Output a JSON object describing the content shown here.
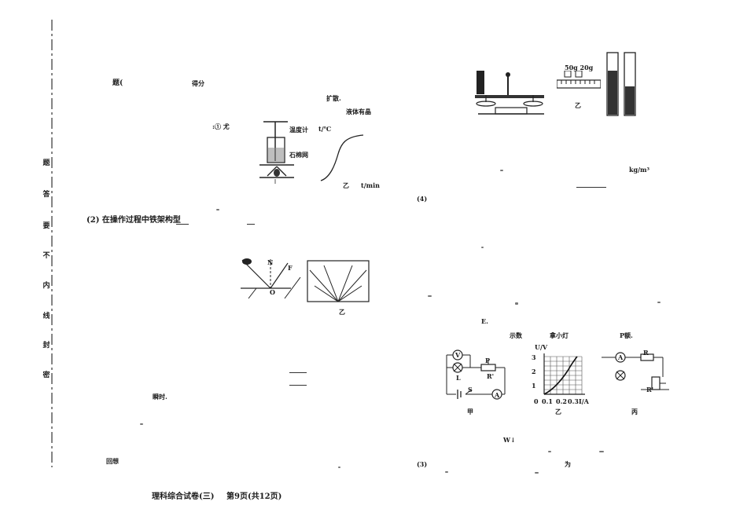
{
  "left_column": {
    "header": {
      "q_prefix": "题(",
      "score": "得分"
    },
    "q1": {
      "label_marker": ":① 尤",
      "thermometer_label": "温度计",
      "beaker_label": "石棉网",
      "temp_axis": "t/℃",
      "time_axis": "t/min",
      "fig_yi": "乙",
      "text_a": "扩散.",
      "text_b": "液体有晶"
    },
    "q2": {
      "label": "(2) 在操作过程中铁架构型",
      "fig_yi": "乙",
      "mirror_n": "N",
      "mirror_f": "F",
      "mirror_o": "O"
    },
    "text_shijian": "瞬时.",
    "text_yinxiang": "回想"
  },
  "right_column": {
    "density": {
      "weights_label": "50g 20g",
      "fig_yi": "乙",
      "unit": "kg/m³",
      "part": "(4)"
    },
    "circuit": {
      "e_label": "E.",
      "shishu": "示数",
      "lamp": "拿小灯",
      "power": "P额.",
      "graph_uv": "U/V",
      "graph_ia": "I/A",
      "graph_y": [
        "3",
        "2",
        "1"
      ],
      "graph_x": [
        "0",
        "0.1",
        "0.2",
        "0.3"
      ],
      "fig_jia": "甲",
      "fig_yi": "乙",
      "fig_bing": "丙",
      "v": "V",
      "a": "A",
      "l": "L",
      "s": "S",
      "p": "P",
      "r": "R",
      "r_prime": "R'",
      "w": "W↓",
      "part": "(3)",
      "wei": "为"
    }
  },
  "side_binding": [
    "题",
    "答",
    "要",
    "不",
    "内",
    "线",
    "封",
    "密"
  ],
  "footer": {
    "title": "理科综合试卷(三)",
    "page_info": "第9页(共12页)"
  }
}
